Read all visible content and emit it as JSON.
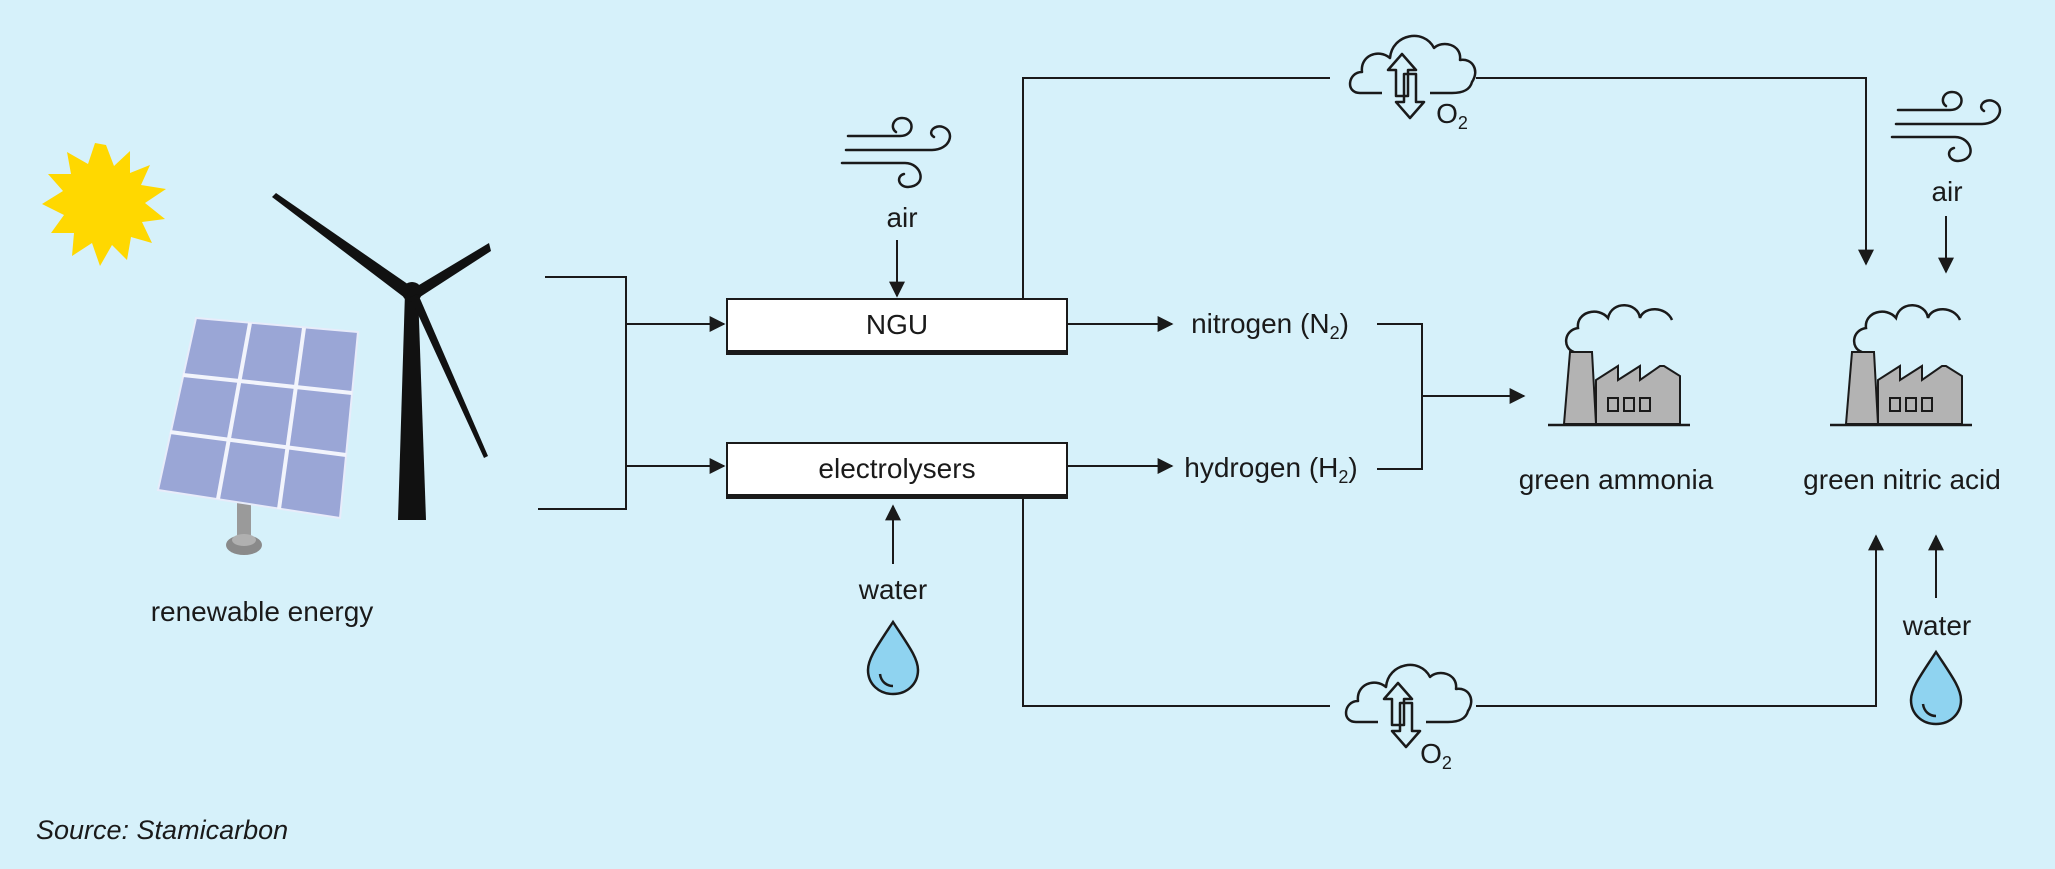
{
  "labels": {
    "renewable": "renewable energy",
    "air_left": "air",
    "air_right": "air",
    "water_left": "water",
    "water_right": "water",
    "ngu": "NGU",
    "electrolysers": "electrolysers",
    "nitrogen": "nitrogen (N",
    "nitrogen_sub": "2",
    "nitrogen_close": ")",
    "hydrogen": "hydrogen (H",
    "hydrogen_sub": "2",
    "hydrogen_close": ")",
    "ammonia": "green ammonia",
    "nitric": "green nitric acid",
    "o2_top": "O",
    "o2_top_sub": "2",
    "o2_bottom": "O",
    "o2_bottom_sub": "2"
  },
  "source": "Source: Stamicarbon",
  "colors": {
    "background": "#d6f1fa",
    "line": "#1a1a1a",
    "sun": "#ffd800",
    "water_drop": "#8fd3f0",
    "factory": "#b3b3b3",
    "solar_panel": "#aab4dc"
  },
  "icons": [
    "sun-icon",
    "solar-panel-icon",
    "wind-turbine-icon",
    "wind-icon",
    "water-drop-icon",
    "cloud-exchange-icon",
    "factory-icon"
  ]
}
